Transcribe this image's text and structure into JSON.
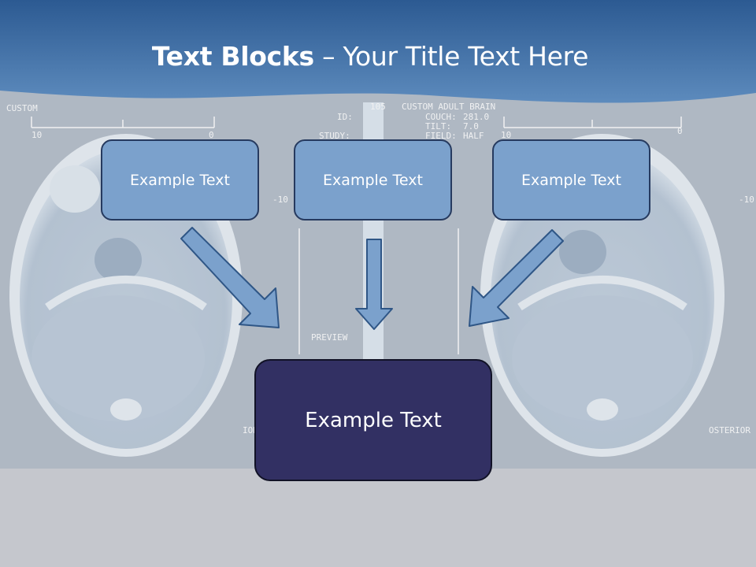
{
  "slide": {
    "title_bold": "Text Blocks",
    "title_rest": " – Your Title Text Here"
  },
  "blocks": [
    {
      "label": "Example Text"
    },
    {
      "label": "Example Text"
    },
    {
      "label": "Example Text"
    }
  ],
  "main_block": {
    "label": "Example Text"
  },
  "scan_text": {
    "custom_left": "CUSTOM",
    "tick_10_left": "10",
    "tick_0_left": "0",
    "id_label": "ID:",
    "custom_adult_brain": "CUSTOM ADULT BRAIN",
    "num_105": "105",
    "couch": "COUCH:",
    "couch_val": "281.0",
    "tilt": "TILT:",
    "tilt_val": "7.0",
    "field": "FIELD:",
    "field_val": "HALF",
    "study": "STUDY:",
    "preview": "PREVIEW",
    "posterior_left": "IOR",
    "posterior_right": "OSTERIOR",
    "tick_10_right": "10",
    "tick_0_right": "0",
    "minus10_left": "-10",
    "minus10_right": "-10"
  },
  "colors": {
    "header": "#4a78ad",
    "background": "#c5c7cd",
    "block_fill": "#7ba1cc",
    "main_fill": "#323063",
    "arrow_fill": "#7ba1cc"
  }
}
